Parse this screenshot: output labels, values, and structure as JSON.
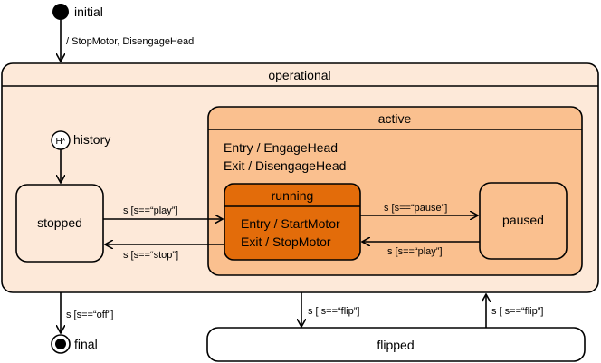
{
  "diagram": {
    "initial_label": "initial",
    "initial_transition": "/ StopMotor, DisengageHead",
    "operational": {
      "title": "operational",
      "history_symbol": "H*",
      "history_label": "history",
      "stopped_label": "stopped",
      "active": {
        "title": "active",
        "entry": "Entry / EngageHead",
        "exit": "Exit / DisengageHead",
        "running": {
          "title": "running",
          "entry": "Entry / StartMotor",
          "exit": "Exit / StopMotor"
        },
        "paused_label": "paused"
      }
    },
    "transitions": {
      "stopped_to_running": "s [s==“play”]",
      "running_to_stopped": "s [s==“stop”]",
      "running_to_paused": "s [s==“pause”]",
      "paused_to_running": "s [s==“play”]",
      "operational_to_final": "s [s==“off”]",
      "operational_to_flipped": "s [ s==“flip”]",
      "flipped_to_operational": "s [ s==“flip”]"
    },
    "final_label": "final",
    "flipped_label": "flipped",
    "colors": {
      "operational_fill": "#fde9d9",
      "active_fill": "#fac08f",
      "running_fill": "#e36c0a",
      "paused_fill": "#fac08f",
      "stopped_fill": "#fde9d9",
      "flipped_fill": "#ffffff"
    }
  }
}
